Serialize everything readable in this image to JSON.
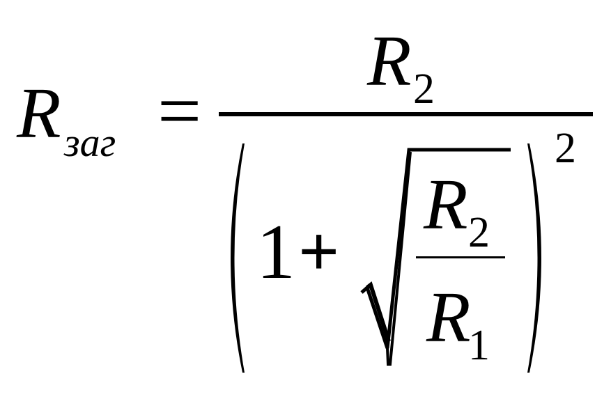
{
  "formula": {
    "lhs": {
      "symbol": "R",
      "subscript": "заг"
    },
    "equals": "=",
    "numerator": {
      "symbol": "R",
      "subscript": "2"
    },
    "denominator": {
      "one": "1",
      "plus": "+",
      "radicand_numerator": {
        "symbol": "R",
        "subscript": "2"
      },
      "radicand_denominator": {
        "symbol": "R",
        "subscript": "1"
      },
      "exponent": "2"
    }
  }
}
